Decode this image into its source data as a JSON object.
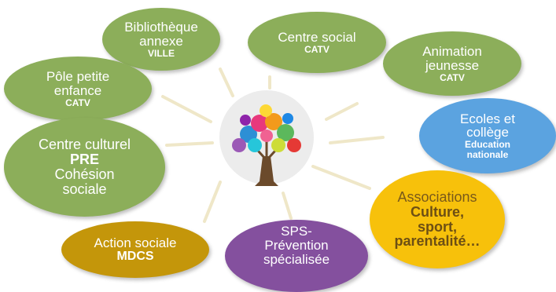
{
  "nodes": {
    "bibliotheque": {
      "lines": [
        "Bibliothèque",
        "annexe"
      ],
      "sub": "VILLE",
      "color": "#8cae5a"
    },
    "centre_social": {
      "lines": [
        "Centre social"
      ],
      "sub": "CATV",
      "color": "#8cae5a"
    },
    "animation": {
      "lines": [
        "Animation",
        "jeunesse"
      ],
      "sub": "CATV",
      "color": "#8cae5a"
    },
    "pole_petite_enfance": {
      "lines": [
        "Pôle petite",
        "enfance"
      ],
      "sub": "CATV",
      "color": "#8cae5a"
    },
    "ecoles": {
      "lines": [
        "Ecoles et",
        "collège"
      ],
      "sub": [
        "Education",
        "nationale"
      ],
      "color": "#5ba3e0"
    },
    "centre_culturel": {
      "lines": [
        "Centre culturel"
      ],
      "bold": "PRE",
      "lines2": [
        "Cohésion",
        "sociale"
      ],
      "color": "#8cae5a"
    },
    "associations": {
      "lines": [
        "Associations"
      ],
      "bold": [
        "Culture,",
        "sport,",
        "parentalité…"
      ],
      "color": "#f7c10b"
    },
    "action_sociale": {
      "lines": [
        "Action sociale"
      ],
      "sub": "MDCS",
      "color": "#c4960a"
    },
    "sps": {
      "lines": [
        "SPS-",
        "Prévention",
        "spécialisée"
      ],
      "color": "#84509e"
    }
  }
}
